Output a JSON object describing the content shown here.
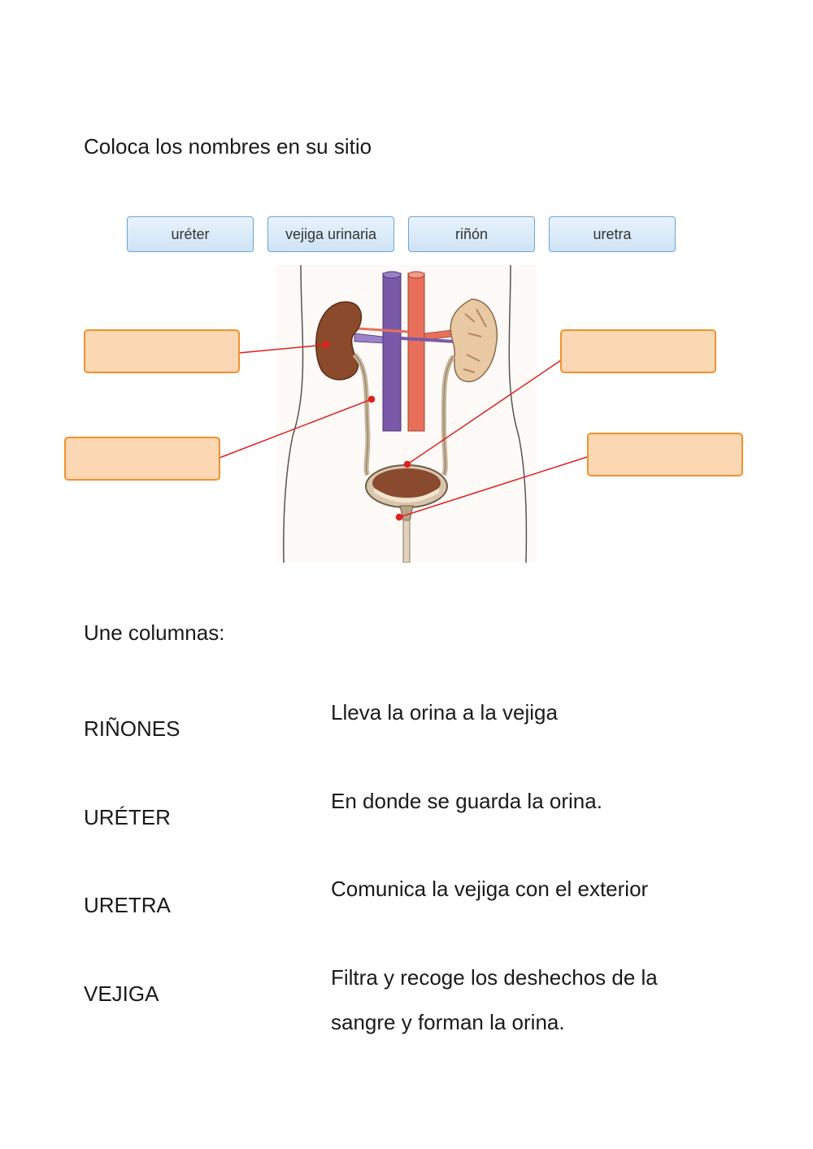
{
  "instructions": {
    "place_names": "Coloca los nombres en su sitio",
    "match_columns": "Une columnas:"
  },
  "word_bank": [
    "uréter",
    "vejiga urinaria",
    "riñón",
    "uretra"
  ],
  "drop_zones": [
    "",
    "",
    "",
    ""
  ],
  "match": {
    "terms": [
      "RIÑONES",
      "URÉTER",
      "URETRA",
      "VEJIGA"
    ],
    "definitions": [
      "Lleva la orina a la vejiga",
      "En donde se guarda la orina.",
      "Comunica la vejiga con el exterior",
      "Filtra y recoge los deshechos de la sangre y forman la orina."
    ]
  },
  "colors": {
    "chip_border": "#6aa6d6",
    "drop_fill": "#fbd7b3",
    "drop_border": "#f0922e",
    "pointer_line": "#e02020",
    "kidney": "#8b4a2b",
    "vein": "#7a5aa8",
    "artery": "#e8705a"
  }
}
